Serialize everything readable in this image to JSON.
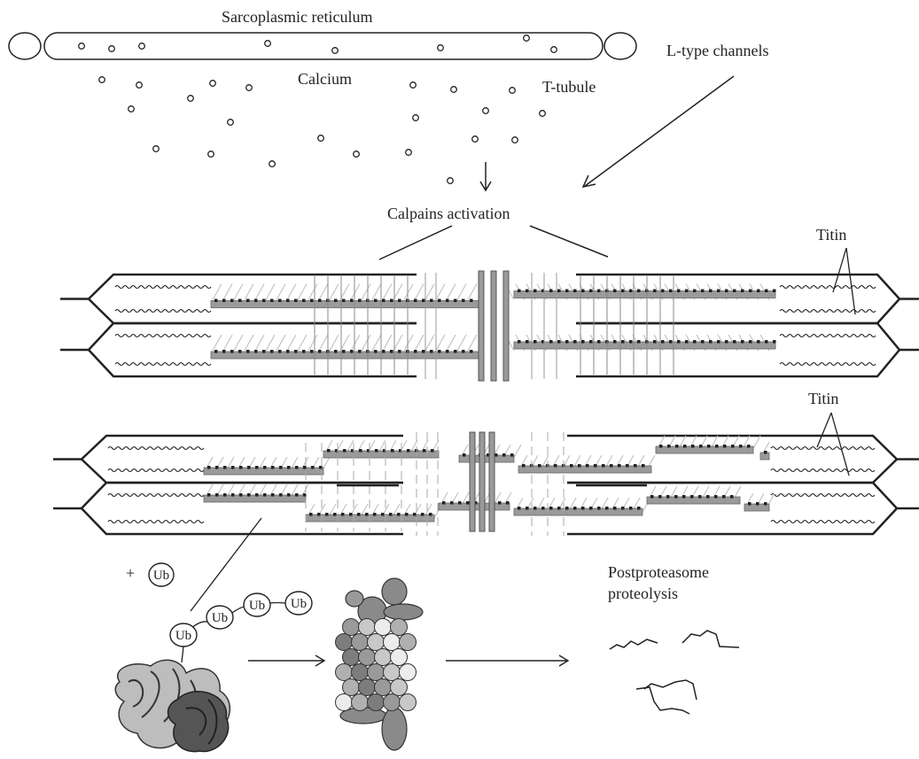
{
  "labels": {
    "sarcoplasmic_reticulum": "Sarcoplasmic reticulum",
    "calcium": "Calcium",
    "t_tubule": "T-tubule",
    "l_type_channels": "L-type channels",
    "calpains_activation": "Calpains activation",
    "titin_top": "Titin",
    "titin_bottom": "Titin",
    "plus_sign": "+",
    "ubiquitin": "Ub",
    "postproteasome_line1": "Postproteasome",
    "postproteasome_line2": "proteolysis"
  },
  "colors": {
    "ink": "#222222",
    "filament_gray": "#9a9a9a",
    "filament_light": "#c8c8c8",
    "protein_dark": "#555555",
    "protein_light": "#bdbdbd"
  }
}
